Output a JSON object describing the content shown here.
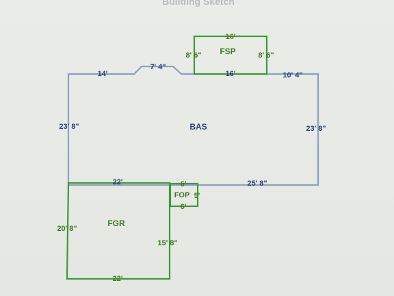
{
  "title": "Building Sketch",
  "colors": {
    "basement_outline": "#8f9fc4",
    "addition_outline": "#3e9a3a",
    "blue_text": "#2b3f78",
    "green_text": "#3f7a1f"
  },
  "rooms": {
    "bas": "BAS",
    "fsp": "FSP",
    "fgr": "FGR",
    "fop": "FOP"
  },
  "dimensions": {
    "bas_top_left": "14'",
    "bas_bump": "7' 4\"",
    "bas_top_mid": "16'",
    "bas_top_right": "10' 4\"",
    "bas_left": "23' 8\"",
    "bas_right": "23' 8\"",
    "bas_bottom_left": "22'",
    "bas_bottom_right": "25' 8\"",
    "fsp_top": "16'",
    "fsp_left": "8' 6\"",
    "fsp_right": "8' 6\"",
    "fgr_left": "20' 8\"",
    "fgr_right": "15' 8\"",
    "fgr_bottom": "22'",
    "fop_top": "6'",
    "fop_right": "5'",
    "fop_bottom": "6'"
  }
}
